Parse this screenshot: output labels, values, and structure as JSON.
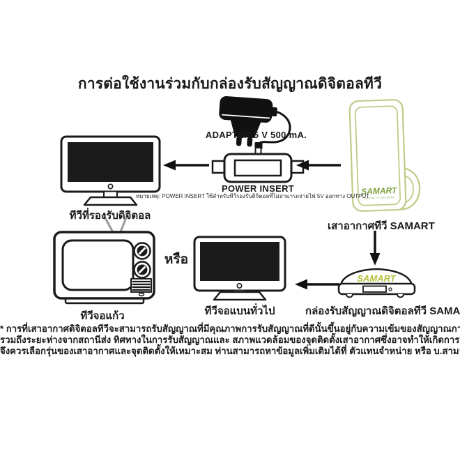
{
  "page": {
    "title": "การต่อใช้งานร่วมกับกล่องรับสัญญาณดิจิตอลทีวี"
  },
  "colors": {
    "ink": "#1a1a1a",
    "antenna_outline": "#c3c987",
    "samart_green": "#7ea33e",
    "samart_yellow_green": "#b4c03b"
  },
  "adapter": {
    "label": "ADAPTER 5 V 500 mA."
  },
  "power_insert": {
    "label": "POWER INSERT",
    "note": "หมายเหตุ: POWER INSERT ใช้สำหรับทีวีรองรับดิจิตอลที่ไม่สามารถจ่ายไฟ 5V ออกทาง OUTPUT"
  },
  "devices": {
    "digital_tv": {
      "label": "ทีวีที่รองรับดิจิตอล"
    },
    "crt_tv": {
      "label": "ทีวีจอแก้ว"
    },
    "flat_tv": {
      "label": "ทีวีจอแบนทั่วไป"
    },
    "antenna": {
      "label": "เสาอากาศทีวี SAMART",
      "brand": "SAMART",
      "brand_sub": "DIGITAL TV ANTENNA"
    },
    "set_top_box": {
      "label": "กล่องรับสัญญาณดิจิตอลทีวี SAMART",
      "brand": "SAMART"
    }
  },
  "or_text": "หรือ",
  "footnote": {
    "line1": "* การที่เสาอากาศดิจิตอลทีวีจะสามารถรับสัญญาณที่มีคุณภาพการรับสัญญาณที่ดีนั้นขึ้นอยู่กับความเข้มของสัญญาณการส่งในพื้นที่นั้นๆ",
    "line2": "รวมถึงระยะห่างจากสถานีส่ง ทิศทางในการรับสัญญาณและ สภาพแวดล้อมของจุดติดตั้งเสาอากาศซึ่งอาจทำให้เกิดการลดทอนสัญญาณได้",
    "line3": "จึงควรเลือกรุ่นของเสาอากาศและจุดติดตั้งให้เหมาะสม ท่านสามารถหาข้อมูลเพิ่มเติมได้ที่ ตัวแทนจำหน่าย หรือ บ.สามารถวิศวกรรม"
  }
}
